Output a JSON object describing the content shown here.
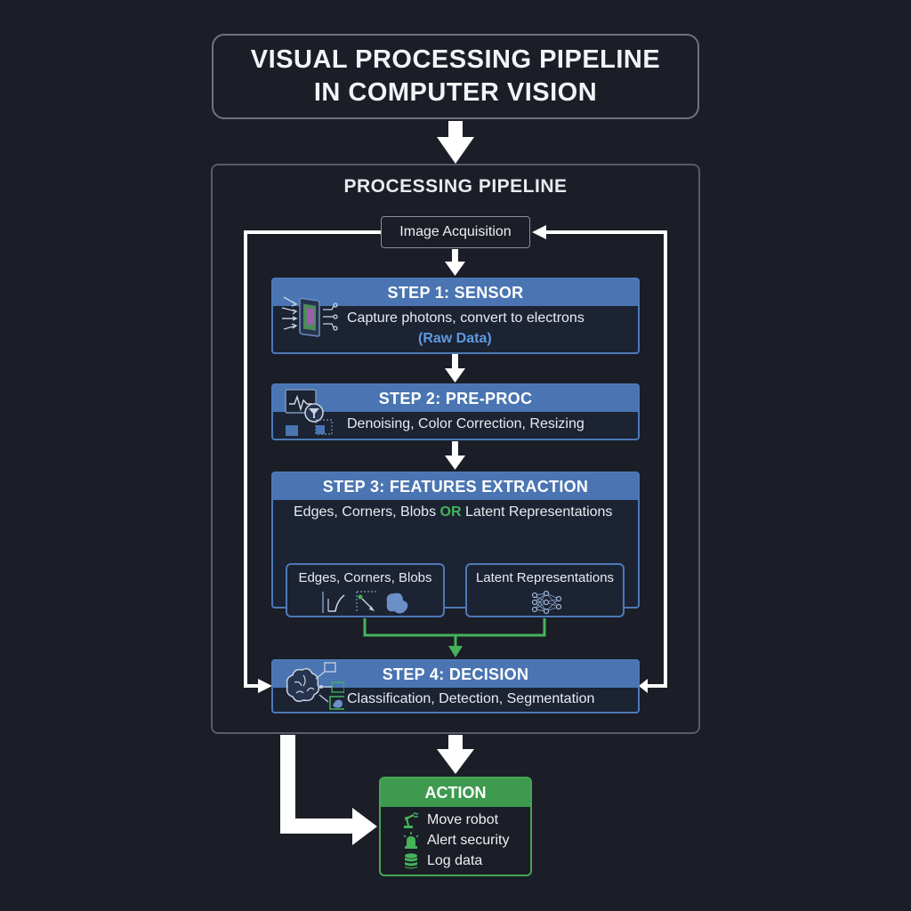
{
  "header": {
    "title_line1": "VISUAL PROCESSING PIPELINE",
    "title_line2": "IN COMPUTER VISION"
  },
  "pipeline": {
    "title": "PROCESSING PIPELINE",
    "acquisition": "Image Acquisition",
    "step1": {
      "title": "STEP 1: SENSOR",
      "desc": "Capture photons, convert to electrons",
      "note": "(Raw Data)",
      "icon": "sensor-icon"
    },
    "step2": {
      "title": "STEP 2: PRE-PROC",
      "desc": "Denoising, Color Correction, Resizing",
      "icon": "filter-icon"
    },
    "step3": {
      "title": "STEP 3: FEATURES EXTRACTION",
      "desc_part1": "Edges, Corners, Blobs",
      "desc_or": "OR",
      "desc_part2": "Latent Representations",
      "branch_left": "Edges, Corners, Blobs",
      "branch_right": "Latent Representations",
      "branch_left_icon": "edge-corner-blob-icon",
      "branch_right_icon": "neural-network-icon"
    },
    "step4": {
      "title": "STEP 4: DECISION",
      "desc": "Classification, Detection, Segmentation",
      "icon": "brain-icon"
    }
  },
  "action": {
    "title": "ACTION",
    "items": [
      {
        "label": "Move robot",
        "icon": "robot-arm-icon"
      },
      {
        "label": "Alert security",
        "icon": "alarm-icon"
      },
      {
        "label": "Log data",
        "icon": "database-icon"
      }
    ]
  },
  "colors": {
    "background": "#1b1d27",
    "step_header": "#4a75b2",
    "step_border": "#4d79b7",
    "branch_green": "#45b35a",
    "action_green": "#3d9a4e",
    "arrow_white": "#ffffff",
    "highlight_blue": "#5e9ae0"
  }
}
